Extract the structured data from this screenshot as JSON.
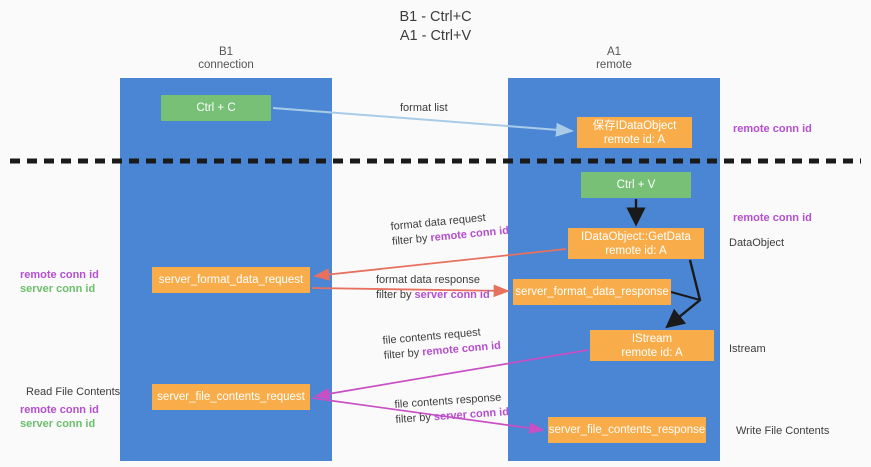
{
  "title": {
    "line1": "B1 - Ctrl+C",
    "line2": "A1 - Ctrl+V"
  },
  "lanes": [
    {
      "id": "b1",
      "name": "B1",
      "role": "connection",
      "color": "#4a86d4"
    },
    {
      "id": "a1",
      "name": "A1",
      "role": "remote",
      "color": "#4a86d4"
    }
  ],
  "boxes": {
    "ctrl_c": {
      "label": "Ctrl + C",
      "color": "#77c075"
    },
    "idataobject": {
      "line1": "保存IDataObject",
      "line2": "remote id: A",
      "color": "#f9ad4a"
    },
    "ctrl_v": {
      "label": "Ctrl + V",
      "color": "#77c075"
    },
    "getdata": {
      "line1": "IDataObject::GetData",
      "line2": "remote id: A",
      "color": "#f9ad4a"
    },
    "server_format_data_request": {
      "label": "server_format_data_request",
      "color": "#f9ad4a"
    },
    "server_format_data_response": {
      "label": "server_format_data_response",
      "color": "#f9ad4a"
    },
    "istream": {
      "line1": "IStream",
      "line2": "remote id: A",
      "color": "#f9ad4a"
    },
    "server_file_contents_request": {
      "label": "server_file_contents_request",
      "color": "#f9ad4a"
    },
    "server_file_contents_response": {
      "label": "server_file_contents_response",
      "color": "#f9ad4a"
    }
  },
  "annotations": {
    "format_list": {
      "line1": "format list"
    },
    "format_data_request": {
      "line1": "format data request",
      "filter_prefix": "filter by ",
      "filter_id": "remote conn id"
    },
    "format_data_response": {
      "line1": "format data response",
      "filter_prefix": "filter by ",
      "filter_id": "server conn id"
    },
    "file_contents_request": {
      "line1": "file contents request",
      "filter_prefix": "filter by ",
      "filter_id": "remote conn id"
    },
    "file_contents_response": {
      "line1": "file contents response",
      "filter_prefix": "filter by ",
      "filter_id": "server conn id"
    }
  },
  "side_labels": {
    "remote_conn_id_top": "remote conn id",
    "remote_conn_id_mid": "remote conn id",
    "dataobject": "DataObject",
    "istream": "Istream",
    "write_file_contents": "Write File Contents",
    "read_file_contents": "Read File Contents",
    "remote_conn_id_left_1": "remote conn id",
    "server_conn_id_left_1": "server conn id",
    "remote_conn_id_left_2": "remote conn id",
    "server_conn_id_left_2": "server conn id"
  },
  "colors": {
    "lane": "#4a86d4",
    "green_box": "#77c075",
    "orange_box": "#f9ad4a",
    "purple_text": "#b54fd0",
    "green_text": "#6cbf6a",
    "arrow_blue": "#a8cbe8",
    "arrow_red": "#e8705f",
    "arrow_magenta": "#c94fc4",
    "arrow_black": "#1a1a1a",
    "divider": "#1a1a1a",
    "background": "#fafafa"
  }
}
